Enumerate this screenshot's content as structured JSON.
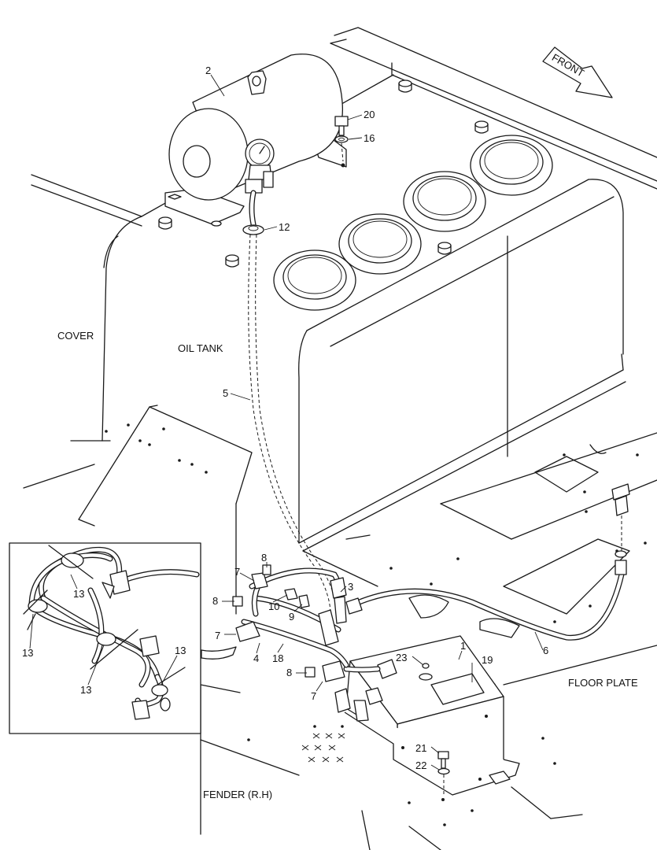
{
  "labels": {
    "front": "FRONT",
    "cover": "COVER",
    "oil_tank": "OIL TANK",
    "floor_plate": "FLOOR PLATE",
    "fender": "FENDER (R.H)"
  },
  "part_numbers": {
    "p1": "1",
    "p2": "2",
    "p3": "3",
    "p4": "4",
    "p5": "5",
    "p6": "6",
    "p7a": "7",
    "p7b": "7",
    "p7c": "7",
    "p8a": "8",
    "p8b": "8",
    "p8c": "8",
    "p9": "9",
    "p10": "10",
    "p12": "12",
    "p13a": "13",
    "p13b": "13",
    "p13c": "13",
    "p13d": "13",
    "p16": "16",
    "p18": "18",
    "p19": "19",
    "p20": "20",
    "p21": "21",
    "p22": "22",
    "p23": "23"
  }
}
